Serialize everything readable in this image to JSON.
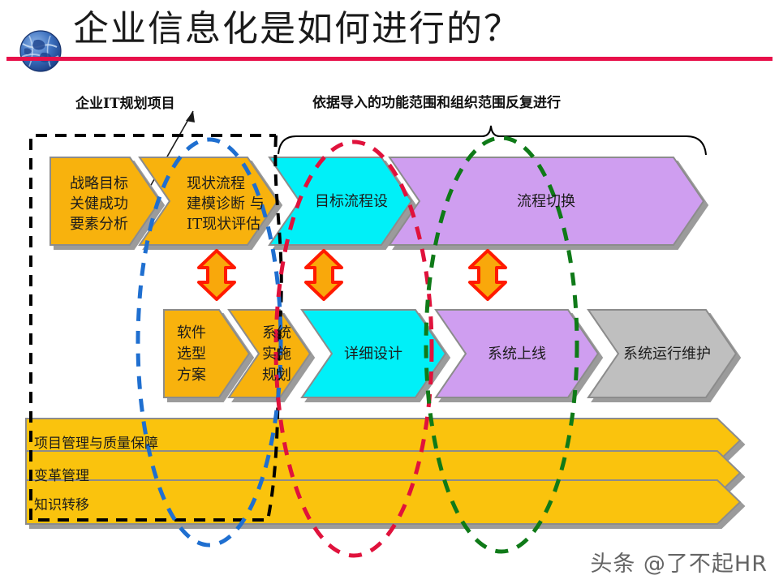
{
  "slide": {
    "title": "企业信息化是如何进行的？",
    "accent_color": "#e8104a",
    "watermark": "头条 @了不起HR"
  },
  "annotations": {
    "left_label": "企业IT规划项目",
    "top_label": "依据导入的功能范围和组织范围反复进行"
  },
  "rows": [
    {
      "name": "business-process-row",
      "steps": [
        {
          "label": "战略目标\n关键成功\n要素分析",
          "lines": [
            "战略目标",
            "关健成功",
            "要素分析"
          ],
          "color": "#f8b208"
        },
        {
          "label": "现状流程\n建模诊断 与\nIT现状评估",
          "lines": [
            "现状流程",
            "建模诊断    与",
            "IT现状评估"
          ],
          "color": "#f8b208"
        },
        {
          "label": "目标流程设",
          "lines": [
            "目标流程设"
          ],
          "color": "#00f0f8"
        },
        {
          "label": "流程切换",
          "lines": [
            "流程切换"
          ],
          "color": "#cf9ef0"
        }
      ]
    },
    {
      "name": "it-system-row",
      "steps": [
        {
          "label": "软件\n选型\n方案",
          "lines": [
            "软件",
            "选型",
            "方案"
          ],
          "color": "#f8b208"
        },
        {
          "label": "系统\n实施\n规划",
          "lines": [
            "系统",
            "实施",
            "规划"
          ],
          "color": "#f8b208"
        },
        {
          "label": "详细设计",
          "lines": [
            "详细设计"
          ],
          "color": "#00f0f8"
        },
        {
          "label": "系统上线",
          "lines": [
            "系统上线"
          ],
          "color": "#cf9ef0"
        },
        {
          "label": "系统运行维护",
          "lines": [
            "系统运行维护"
          ],
          "color": "#bfbfbf"
        }
      ]
    }
  ],
  "bottom_bars": [
    {
      "label": "项目管理与质量保障",
      "color": "#fac307"
    },
    {
      "label": "变革管理",
      "color": "#fac307"
    },
    {
      "label": "知识转移",
      "color": "#fac307"
    }
  ],
  "markers": {
    "dashed_rect_color": "#000000",
    "ellipses": [
      {
        "name": "blue-phase-ellipse",
        "color": "#1f6fd0"
      },
      {
        "name": "red-phase-ellipse",
        "color": "#e0123c"
      },
      {
        "name": "green-phase-ellipse",
        "color": "#0f7a18"
      }
    ],
    "sync_arrow_fill": "#f9a80b",
    "sync_arrow_stroke": "#ff1a00",
    "sync_arrow_count": 3,
    "brace_color": "#000000"
  }
}
